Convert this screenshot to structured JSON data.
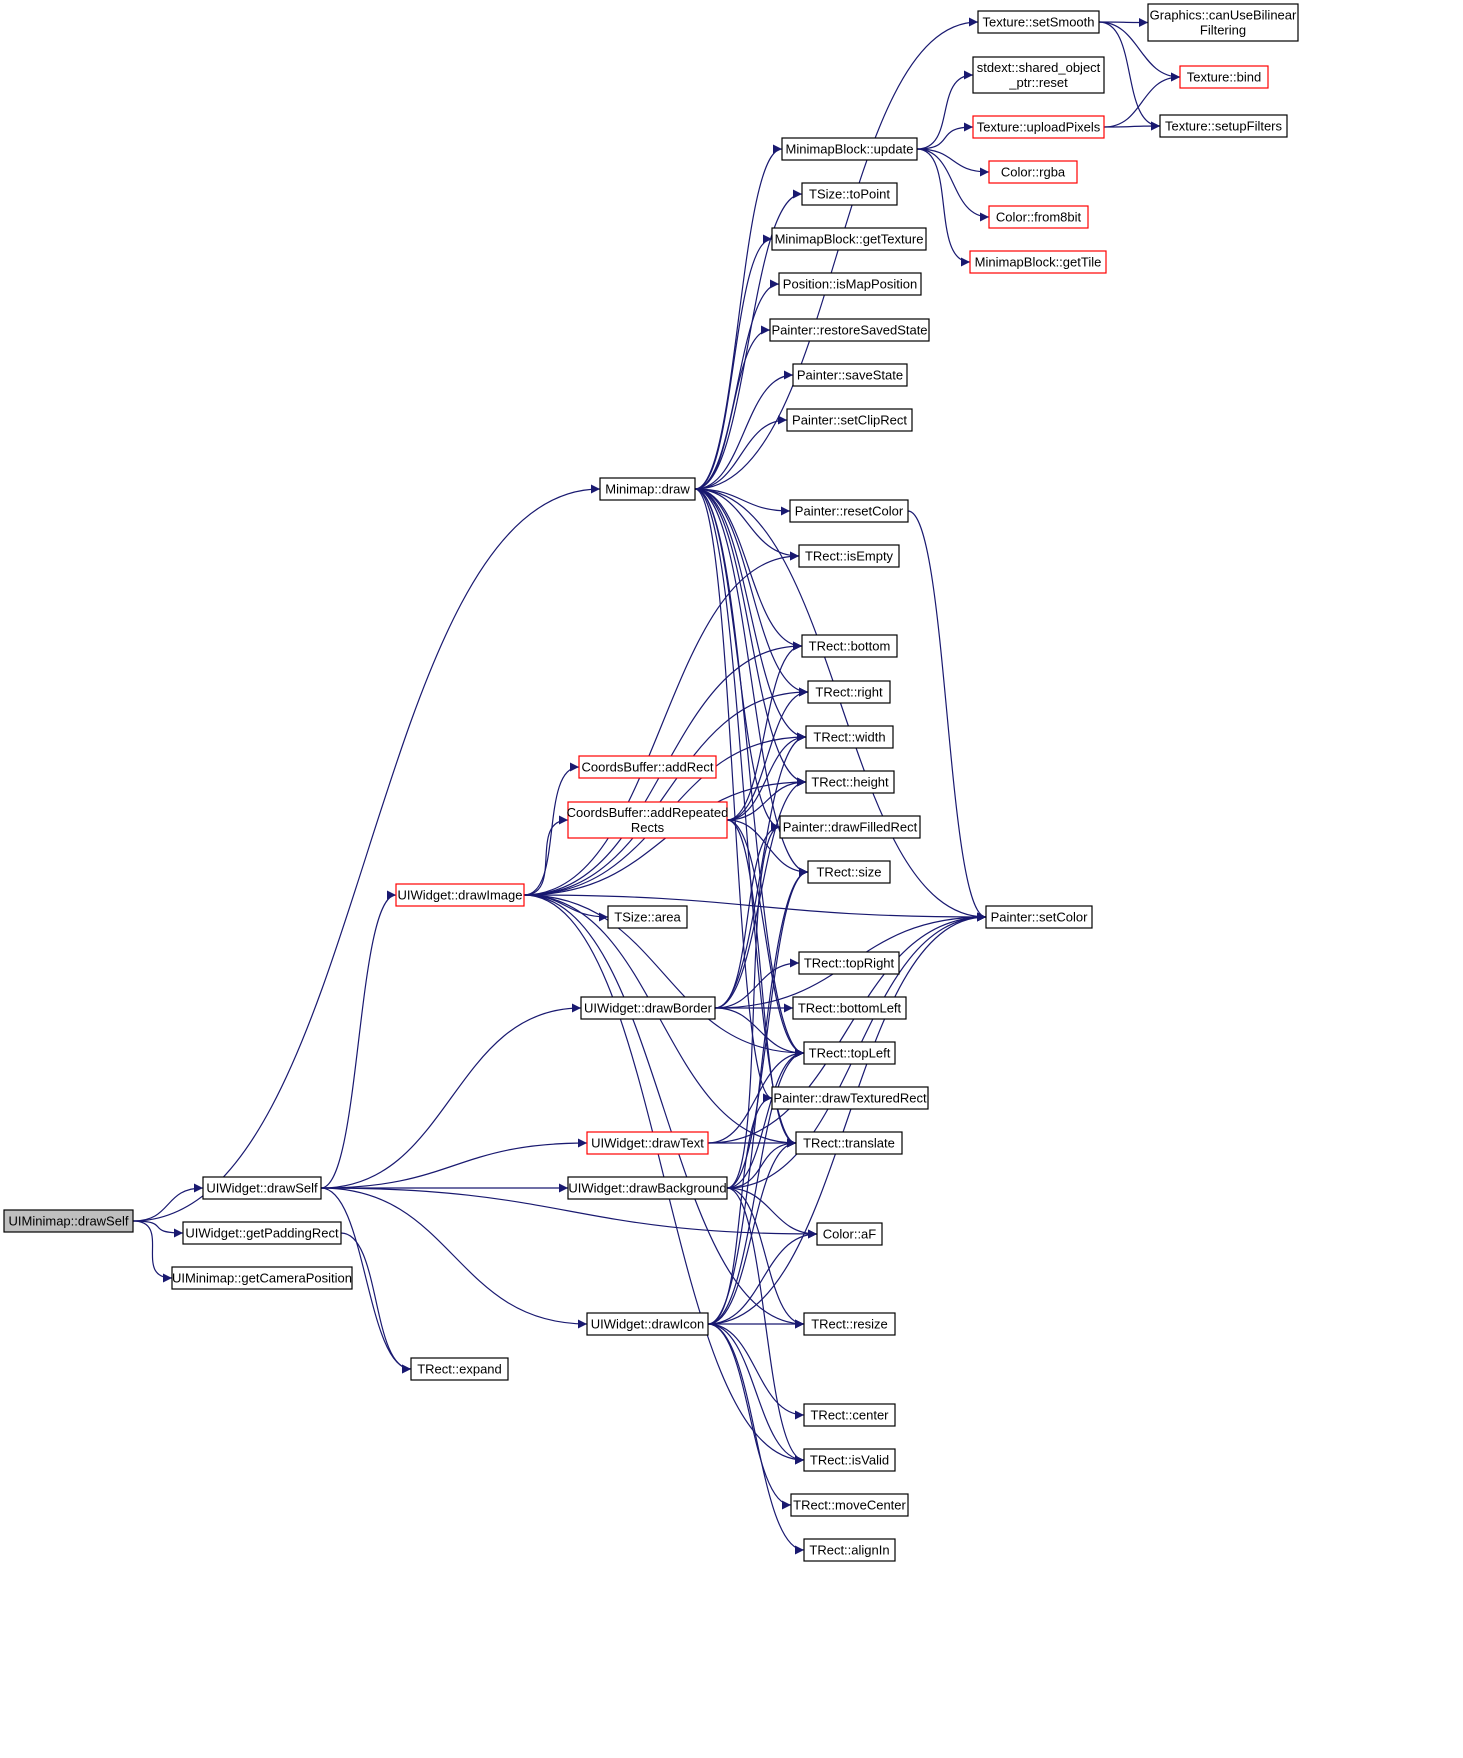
{
  "colors": {
    "edge": "#191970",
    "border_normal": "#000000",
    "border_truncated": "#ff0000",
    "root_fill": "#bfbfbf",
    "node_fill": "#ffffff"
  },
  "nodes": [
    {
      "id": "uiminimap_drawself",
      "label": "UIMinimap::drawSelf",
      "style": "root"
    },
    {
      "id": "uiwidget_drawself",
      "label": "UIWidget::drawSelf",
      "style": "normal"
    },
    {
      "id": "uiwidget_getpaddingrect",
      "label": "UIWidget::getPaddingRect",
      "style": "normal"
    },
    {
      "id": "uiminimap_getcameraposition",
      "label": "UIMinimap::getCameraPosition",
      "style": "normal"
    },
    {
      "id": "minimap_draw",
      "label": "Minimap::draw",
      "style": "normal"
    },
    {
      "id": "uiwidget_drawimage",
      "label": "UIWidget::drawImage",
      "style": "truncated"
    },
    {
      "id": "trect_expand",
      "label": "TRect::expand",
      "style": "normal"
    },
    {
      "id": "uiwidget_drawborder",
      "label": "UIWidget::drawBorder",
      "style": "normal"
    },
    {
      "id": "uiwidget_drawtext",
      "label": "UIWidget::drawText",
      "style": "truncated"
    },
    {
      "id": "uiwidget_drawbackground",
      "label": "UIWidget::drawBackground",
      "style": "normal"
    },
    {
      "id": "uiwidget_drawicon",
      "label": "UIWidget::drawIcon",
      "style": "normal"
    },
    {
      "id": "coordsbuffer_addrect",
      "label": "CoordsBuffer::addRect",
      "style": "truncated"
    },
    {
      "id": "coordsbuffer_addrepeatedrects",
      "label": "CoordsBuffer::addRepeated\nRects",
      "style": "truncated"
    },
    {
      "id": "tsize_area",
      "label": "TSize::area",
      "style": "normal"
    },
    {
      "id": "minimapblock_update",
      "label": "MinimapBlock::update",
      "style": "normal"
    },
    {
      "id": "tsize_topoint",
      "label": "TSize::toPoint",
      "style": "normal"
    },
    {
      "id": "minimapblock_gettexture",
      "label": "MinimapBlock::getTexture",
      "style": "normal"
    },
    {
      "id": "position_ismapposition",
      "label": "Position::isMapPosition",
      "style": "normal"
    },
    {
      "id": "painter_restoresavedstate",
      "label": "Painter::restoreSavedState",
      "style": "normal"
    },
    {
      "id": "painter_savestate",
      "label": "Painter::saveState",
      "style": "normal"
    },
    {
      "id": "painter_setcliprect",
      "label": "Painter::setClipRect",
      "style": "normal"
    },
    {
      "id": "painter_resetcolor",
      "label": "Painter::resetColor",
      "style": "normal"
    },
    {
      "id": "trect_isempty",
      "label": "TRect::isEmpty",
      "style": "normal"
    },
    {
      "id": "trect_bottom",
      "label": "TRect::bottom",
      "style": "normal"
    },
    {
      "id": "trect_right",
      "label": "TRect::right",
      "style": "normal"
    },
    {
      "id": "trect_width",
      "label": "TRect::width",
      "style": "normal"
    },
    {
      "id": "trect_height",
      "label": "TRect::height",
      "style": "normal"
    },
    {
      "id": "painter_drawfilledrect",
      "label": "Painter::drawFilledRect",
      "style": "normal"
    },
    {
      "id": "trect_size",
      "label": "TRect::size",
      "style": "normal"
    },
    {
      "id": "trect_topright",
      "label": "TRect::topRight",
      "style": "normal"
    },
    {
      "id": "trect_bottomleft",
      "label": "TRect::bottomLeft",
      "style": "normal"
    },
    {
      "id": "trect_topleft",
      "label": "TRect::topLeft",
      "style": "normal"
    },
    {
      "id": "painter_drawtexturedrect",
      "label": "Painter::drawTexturedRect",
      "style": "normal"
    },
    {
      "id": "trect_translate",
      "label": "TRect::translate",
      "style": "normal"
    },
    {
      "id": "color_af",
      "label": "Color::aF",
      "style": "normal"
    },
    {
      "id": "trect_resize",
      "label": "TRect::resize",
      "style": "normal"
    },
    {
      "id": "trect_center",
      "label": "TRect::center",
      "style": "normal"
    },
    {
      "id": "trect_isvalid",
      "label": "TRect::isValid",
      "style": "normal"
    },
    {
      "id": "trect_movecenter",
      "label": "TRect::moveCenter",
      "style": "normal"
    },
    {
      "id": "trect_alignin",
      "label": "TRect::alignIn",
      "style": "normal"
    },
    {
      "id": "painter_setcolor",
      "label": "Painter::setColor",
      "style": "normal"
    },
    {
      "id": "texture_setsmooth",
      "label": "Texture::setSmooth",
      "style": "normal"
    },
    {
      "id": "stdext_shared_object_ptr_reset",
      "label": "stdext::shared_object\n_ptr::reset",
      "style": "normal"
    },
    {
      "id": "texture_uploadpixels",
      "label": "Texture::uploadPixels",
      "style": "truncated"
    },
    {
      "id": "color_rgba",
      "label": "Color::rgba",
      "style": "truncated"
    },
    {
      "id": "color_from8bit",
      "label": "Color::from8bit",
      "style": "truncated"
    },
    {
      "id": "minimapblock_gettile",
      "label": "MinimapBlock::getTile",
      "style": "truncated"
    },
    {
      "id": "graphics_canusebilinearfiltering",
      "label": "Graphics::canUseBilinear\nFiltering",
      "style": "normal"
    },
    {
      "id": "texture_bind",
      "label": "Texture::bind",
      "style": "truncated"
    },
    {
      "id": "texture_setupfilters",
      "label": "Texture::setupFilters",
      "style": "normal"
    }
  ],
  "edges": [
    [
      "uiminimap_drawself",
      "uiwidget_drawself"
    ],
    [
      "uiminimap_drawself",
      "uiwidget_getpaddingrect"
    ],
    [
      "uiminimap_drawself",
      "uiminimap_getcameraposition"
    ],
    [
      "uiminimap_drawself",
      "minimap_draw"
    ],
    [
      "uiwidget_drawself",
      "uiwidget_drawimage"
    ],
    [
      "uiwidget_drawself",
      "uiwidget_drawborder"
    ],
    [
      "uiwidget_drawself",
      "uiwidget_drawtext"
    ],
    [
      "uiwidget_drawself",
      "uiwidget_drawbackground"
    ],
    [
      "uiwidget_drawself",
      "uiwidget_drawicon"
    ],
    [
      "uiwidget_drawself",
      "trect_expand"
    ],
    [
      "uiwidget_drawself",
      "color_af"
    ],
    [
      "uiwidget_getpaddingrect",
      "trect_expand"
    ],
    [
      "minimap_draw",
      "minimapblock_update"
    ],
    [
      "minimap_draw",
      "tsize_topoint"
    ],
    [
      "minimap_draw",
      "minimapblock_gettexture"
    ],
    [
      "minimap_draw",
      "position_ismapposition"
    ],
    [
      "minimap_draw",
      "painter_restoresavedstate"
    ],
    [
      "minimap_draw",
      "painter_savestate"
    ],
    [
      "minimap_draw",
      "painter_setcliprect"
    ],
    [
      "minimap_draw",
      "painter_resetcolor"
    ],
    [
      "minimap_draw",
      "trect_isempty"
    ],
    [
      "minimap_draw",
      "trect_bottom"
    ],
    [
      "minimap_draw",
      "trect_right"
    ],
    [
      "minimap_draw",
      "trect_width"
    ],
    [
      "minimap_draw",
      "trect_height"
    ],
    [
      "minimap_draw",
      "painter_drawfilledrect"
    ],
    [
      "minimap_draw",
      "trect_size"
    ],
    [
      "minimap_draw",
      "trect_topleft"
    ],
    [
      "minimap_draw",
      "painter_drawtexturedrect"
    ],
    [
      "minimap_draw",
      "trect_translate"
    ],
    [
      "minimap_draw",
      "painter_setcolor"
    ],
    [
      "minimap_draw",
      "texture_setsmooth"
    ],
    [
      "uiwidget_drawimage",
      "coordsbuffer_addrect"
    ],
    [
      "uiwidget_drawimage",
      "coordsbuffer_addrepeatedrects"
    ],
    [
      "uiwidget_drawimage",
      "tsize_area"
    ],
    [
      "uiwidget_drawimage",
      "trect_bottom"
    ],
    [
      "uiwidget_drawimage",
      "trect_right"
    ],
    [
      "uiwidget_drawimage",
      "trect_width"
    ],
    [
      "uiwidget_drawimage",
      "trect_height"
    ],
    [
      "uiwidget_drawimage",
      "trect_isempty"
    ],
    [
      "uiwidget_drawimage",
      "trect_topleft"
    ],
    [
      "uiwidget_drawimage",
      "trect_translate"
    ],
    [
      "uiwidget_drawimage",
      "trect_resize"
    ],
    [
      "uiwidget_drawimage",
      "trect_isvalid"
    ],
    [
      "uiwidget_drawimage",
      "painter_setcolor"
    ],
    [
      "coordsbuffer_addrepeatedrects",
      "trect_width"
    ],
    [
      "coordsbuffer_addrepeatedrects",
      "trect_height"
    ],
    [
      "coordsbuffer_addrepeatedrects",
      "trect_size"
    ],
    [
      "coordsbuffer_addrepeatedrects",
      "trect_topleft"
    ],
    [
      "coordsbuffer_addrepeatedrects",
      "trect_translate"
    ],
    [
      "coordsbuffer_addrepeatedrects",
      "trect_bottom"
    ],
    [
      "coordsbuffer_addrepeatedrects",
      "trect_right"
    ],
    [
      "uiwidget_drawborder",
      "trect_topright"
    ],
    [
      "uiwidget_drawborder",
      "trect_bottomleft"
    ],
    [
      "uiwidget_drawborder",
      "trect_topleft"
    ],
    [
      "uiwidget_drawborder",
      "painter_drawfilledrect"
    ],
    [
      "uiwidget_drawborder",
      "trect_width"
    ],
    [
      "uiwidget_drawborder",
      "trect_height"
    ],
    [
      "uiwidget_drawborder",
      "painter_setcolor"
    ],
    [
      "uiwidget_drawtext",
      "trect_translate"
    ],
    [
      "uiwidget_drawtext",
      "trect_topleft"
    ],
    [
      "uiwidget_drawtext",
      "painter_setcolor"
    ],
    [
      "uiwidget_drawbackground",
      "painter_drawfilledrect"
    ],
    [
      "uiwidget_drawbackground",
      "trect_translate"
    ],
    [
      "uiwidget_drawbackground",
      "trect_resize"
    ],
    [
      "uiwidget_drawbackground",
      "color_af"
    ],
    [
      "uiwidget_drawbackground",
      "painter_setcolor"
    ],
    [
      "uiwidget_drawbackground",
      "trect_topleft"
    ],
    [
      "uiwidget_drawbackground",
      "trect_size"
    ],
    [
      "uiwidget_drawbackground",
      "trect_isvalid"
    ],
    [
      "uiwidget_drawicon",
      "trect_resize"
    ],
    [
      "uiwidget_drawicon",
      "trect_center"
    ],
    [
      "uiwidget_drawicon",
      "trect_isvalid"
    ],
    [
      "uiwidget_drawicon",
      "trect_movecenter"
    ],
    [
      "uiwidget_drawicon",
      "trect_alignin"
    ],
    [
      "uiwidget_drawicon",
      "painter_drawtexturedrect"
    ],
    [
      "uiwidget_drawicon",
      "trect_translate"
    ],
    [
      "uiwidget_drawicon",
      "trect_size"
    ],
    [
      "uiwidget_drawicon",
      "trect_topleft"
    ],
    [
      "uiwidget_drawicon",
      "painter_setcolor"
    ],
    [
      "uiwidget_drawicon",
      "color_af"
    ],
    [
      "painter_resetcolor",
      "painter_setcolor"
    ],
    [
      "minimapblock_update",
      "stdext_shared_object_ptr_reset"
    ],
    [
      "minimapblock_update",
      "texture_uploadpixels"
    ],
    [
      "minimapblock_update",
      "color_rgba"
    ],
    [
      "minimapblock_update",
      "color_from8bit"
    ],
    [
      "minimapblock_update",
      "minimapblock_gettile"
    ],
    [
      "texture_setsmooth",
      "graphics_canusebilinearfiltering"
    ],
    [
      "texture_setsmooth",
      "texture_bind"
    ],
    [
      "texture_setsmooth",
      "texture_setupfilters"
    ],
    [
      "texture_uploadpixels",
      "texture_bind"
    ],
    [
      "texture_uploadpixels",
      "texture_setupfilters"
    ]
  ]
}
